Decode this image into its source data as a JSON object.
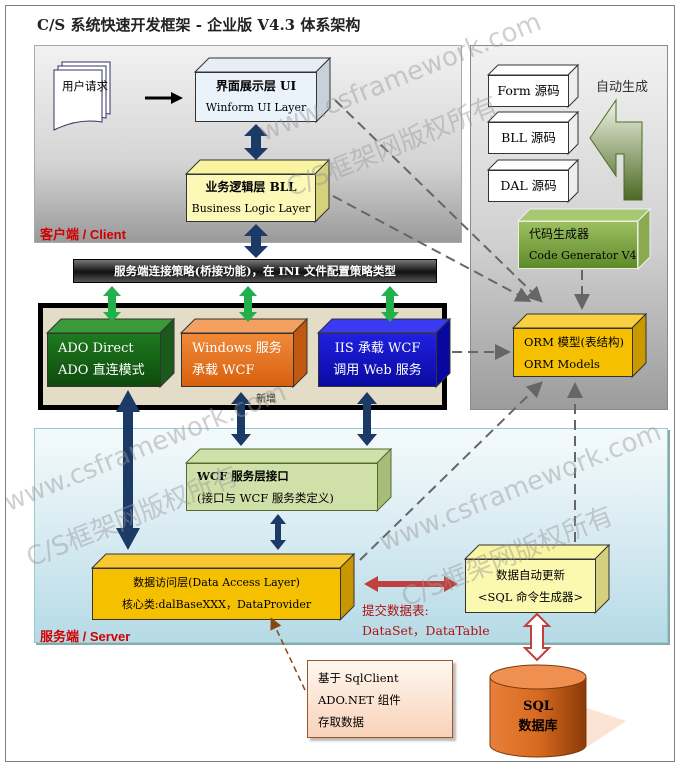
{
  "title": "C/S 系统快速开发框架 - 企业版 V4.3 体系架构",
  "zones": {
    "client": "客户端 / Client",
    "server": "服务端 / Server"
  },
  "client": {
    "user_request": "用户请求",
    "ui_layer": {
      "line1": "界面展示层 UI",
      "line2": "Winform UI Layer"
    },
    "bll_layer": {
      "line1": "业务逻辑层 BLL",
      "line2": "Business Logic Layer"
    }
  },
  "generator": {
    "form_src": "Form 源码",
    "bll_src": "BLL 源码",
    "dal_src": "DAL 源码",
    "auto_gen": "自动生成",
    "code_gen": {
      "line1": "代码生成器",
      "line2": "Code Generator V4"
    },
    "orm": {
      "line1": "ORM 模型(表结构)",
      "line2": "ORM Models"
    }
  },
  "strategy_bar": "服务端连接策略(桥接功能)，在 INI 文件配置策略类型",
  "modes": [
    {
      "line1": "ADO Direct",
      "line2": "ADO 直连模式",
      "color": "#1e6e1e"
    },
    {
      "line1": "Windows 服务",
      "line2": "承载 WCF",
      "color": "#e8731e"
    },
    {
      "line1": "IIS 承载 WCF",
      "line2": "调用 Web 服务",
      "color": "#1010d0"
    }
  ],
  "new_label": "新增",
  "server": {
    "wcf_interface": {
      "line1": "WCF 服务层接口",
      "line2": "(接口与 WCF 服务类定义)"
    },
    "dal": {
      "line1": "数据访问层(Data Access Layer)",
      "line2": "核心类:dalBaseXXX，DataProvider"
    },
    "sql_gen": {
      "line1": "数据自动更新",
      "line2": "<SQL 命令生成器>"
    },
    "submit_label": {
      "line1": "提交数据表:",
      "line2": "DataSet，DataTable"
    }
  },
  "note": {
    "line1": "基于 SqlClient",
    "line2": "ADO.NET 组件",
    "line3": "存取数据"
  },
  "database": {
    "line1": "SQL",
    "line2": "数据库"
  },
  "watermarks": {
    "url": "www.csframework.com",
    "copyright": "C/S框架网版权所有"
  },
  "colors": {
    "client_label": "#d00000",
    "arrow_navy": "#1c3a66",
    "arrow_green": "#22b04c",
    "arrow_red": "#c04040",
    "orm_yellow": "#f5c000"
  }
}
